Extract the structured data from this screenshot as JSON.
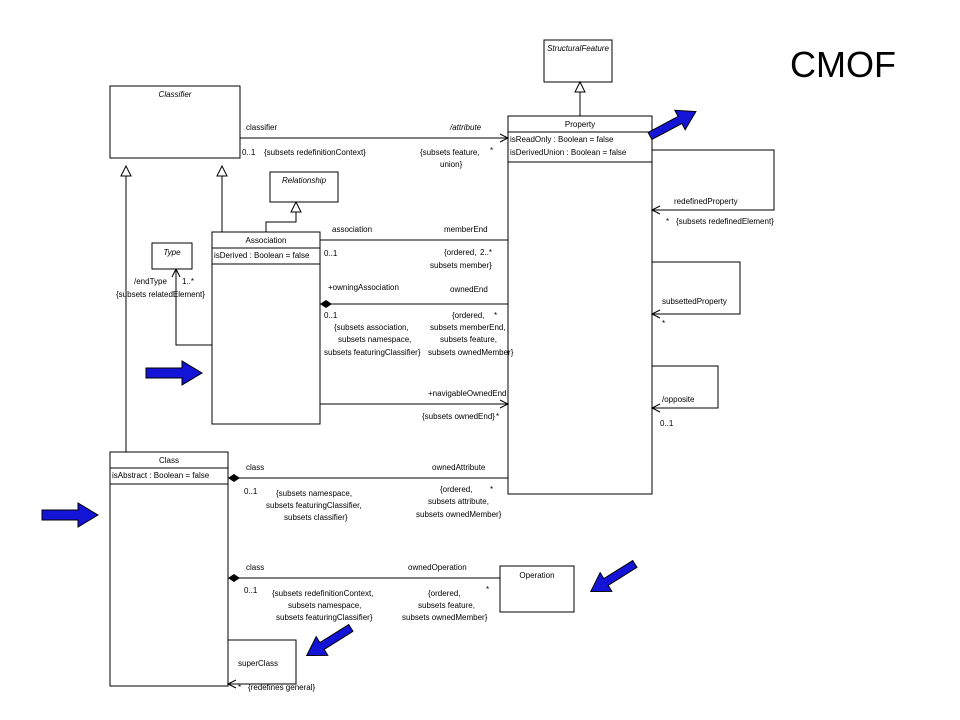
{
  "title": "CMOF",
  "classes": {
    "structural_feature": "StructuralFeature",
    "classifier": "Classifier",
    "relationship": "Relationship",
    "type": "Type",
    "association": "Association",
    "association_attr": "isDerived : Boolean = false",
    "property": "Property",
    "property_attr1": "isReadOnly : Boolean = false",
    "property_attr2": "isDerivedUnion : Boolean = false",
    "class": "Class",
    "class_attr": "isAbstract : Boolean = false",
    "operation": "Operation"
  },
  "labels": {
    "classifier": "classifier",
    "c01": "0..1",
    "subsets_redef_ctx": "{subsets redefinitionContext}",
    "attribute": "/attribute",
    "subsets_feature": "{subsets feature,",
    "union": "union}",
    "star_attr": "*",
    "redefined_property": "redefinedProperty",
    "star_redef": "*",
    "subsets_redefined_element": "{subsets redefinedElement}",
    "association": "association",
    "member_end": "memberEnd",
    "assoc_01": "0..1",
    "ordered_2": "{ordered,",
    "two_star": "2..*",
    "subsets_member": "subsets member}",
    "end_type": "/endType",
    "one_star": "1..*",
    "subsets_related": "{subsets relatedElement}",
    "owning_association": "+owningAssociation",
    "owned_end": "ownedEnd",
    "oa_01": "0..1",
    "subsets_association": "{subsets association,",
    "subsets_namespace_a": "subsets namespace,",
    "subsets_featuring_a": "subsets featuringClassifier}",
    "ordered_3": "{ordered,",
    "star_oe": "*",
    "subsets_member_end": "subsets memberEnd,",
    "subsets_feature2": "subsets feature,",
    "subsets_owned_member": "subsets ownedMember}",
    "subsetted_property": "subsettedProperty",
    "star_sub": "*",
    "navigable_owned_end": "+navigableOwnedEnd",
    "subsets_owned_end": "{subsets ownedEnd}",
    "star_nav": "*",
    "opposite": "/opposite",
    "opp_01": "0..1",
    "class_lbl1": "class",
    "owned_attribute": "ownedAttribute",
    "ca_01": "0..1",
    "subsets_namespace_c": "{subsets namespace,",
    "subsets_featuring_c": "subsets featuringClassifier,",
    "subsets_classifier": "subsets classifier}",
    "ordered_4": "{ordered,",
    "star_oa": "*",
    "subsets_attribute": "subsets attribute,",
    "subsets_owned_member2": "subsets ownedMember}",
    "class_lbl2": "class",
    "owned_operation": "ownedOperation",
    "co_01": "0..1",
    "subsets_redef_ctx2": "{subsets redefinitionContext,",
    "subsets_namespace_o": "subsets namespace,",
    "subsets_featuring_o": "subsets featuringClassifier}",
    "ordered_5": "{ordered,",
    "star_oo": "*",
    "subsets_feature3": "subsets feature,",
    "subsets_owned_member3": "subsets ownedMember}",
    "super_class": "superClass",
    "star_sc": "*",
    "redefines_general": "{redefines general}"
  },
  "arrow_color": "#1414d6"
}
